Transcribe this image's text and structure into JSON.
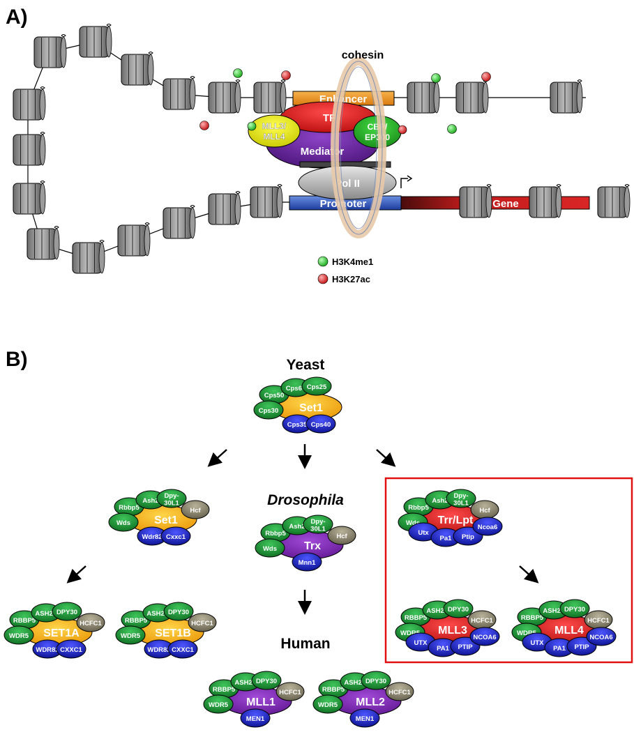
{
  "panel_a": {
    "label": "A)",
    "cohesin": "cohesin",
    "enhancer": "Enhancer",
    "tf": "TF",
    "mll34": [
      "MLL3/",
      "MLL4"
    ],
    "cbp": [
      "CBP/",
      "EP300"
    ],
    "mediator": "Mediator",
    "pol2": "Pol II",
    "promoter": "Promoter",
    "gene": "Gene",
    "legend": [
      {
        "label": "H3K4me1",
        "color": "#2ecc2e"
      },
      {
        "label": "H3K27ac",
        "color": "#d42020"
      }
    ]
  },
  "panel_b": {
    "label": "B)",
    "yeast_title": "Yeast",
    "drosophila_title": "Drosophila",
    "human_title": "Human",
    "yeast_set1": {
      "core": "Set1",
      "green": [
        "Cps50",
        "Cps60",
        "Cps25",
        "Cps30"
      ],
      "blue": [
        "Cps35",
        "Cps40"
      ]
    },
    "dm_set1": {
      "core": "Set1",
      "green": [
        "Rbbp5",
        "Ash2",
        "Dpy-30L1",
        "Wds"
      ],
      "tan": [
        "Hcf"
      ],
      "blue": [
        "Wdr82",
        "Cxxc1"
      ]
    },
    "dm_trx": {
      "core": "Trx",
      "green": [
        "Rbbp5",
        "Ash2",
        "Dpy-30L1",
        "Wds"
      ],
      "tan": [
        "Hcf"
      ],
      "blue": [
        "Mnn1"
      ]
    },
    "dm_trr": {
      "core": "Trr/Lpt",
      "green": [
        "Rbbp5",
        "Ash2",
        "Dpy-30L1",
        "Wds"
      ],
      "tan": [
        "Hcf"
      ],
      "blue": [
        "Utx",
        "Pa1",
        "Ptip",
        "Ncoa6"
      ]
    },
    "hs_set1a": {
      "core": "SET1A",
      "green": [
        "RBBP5",
        "ASH2L",
        "DPY30",
        "WDR5"
      ],
      "tan": [
        "HCFC1"
      ],
      "blue": [
        "WDR82",
        "CXXC1"
      ]
    },
    "hs_set1b": {
      "core": "SET1B",
      "green": [
        "RBBP5",
        "ASH2L",
        "DPY30",
        "WDR5"
      ],
      "tan": [
        "HCFC1"
      ],
      "blue": [
        "WDR82",
        "CXXC1"
      ]
    },
    "hs_mll1": {
      "core": "MLL1",
      "green": [
        "RBBP5",
        "ASH2L",
        "DPY30",
        "WDR5"
      ],
      "tan": [
        "HCFC1"
      ],
      "blue": [
        "MEN1"
      ]
    },
    "hs_mll2": {
      "core": "MLL2",
      "green": [
        "RBBP5",
        "ASH2L",
        "DPY30",
        "WDR5"
      ],
      "tan": [
        "HCFC1"
      ],
      "blue": [
        "MEN1"
      ]
    },
    "hs_mll3": {
      "core": "MLL3",
      "green": [
        "RBBP5",
        "ASH2L",
        "DPY30",
        "WDR5"
      ],
      "tan": [
        "HCFC1"
      ],
      "blue": [
        "UTX",
        "PA1",
        "PTIP",
        "NCOA6"
      ]
    },
    "hs_mll4": {
      "core": "MLL4",
      "green": [
        "RBBP5",
        "ASH2L",
        "DPY30",
        "WDR5"
      ],
      "tan": [
        "HCFC1"
      ],
      "blue": [
        "UTX",
        "PA1",
        "PTIP",
        "NCOA6"
      ]
    }
  },
  "colors": {
    "yellow_core": "#f5a800",
    "purple_core": "#7b22b4",
    "red_core": "#d81e1e",
    "green_sub": "#1e9a3a",
    "blue_sub": "#1a23c8",
    "tan_sub": "#8c8670",
    "highlight_box": "#e01010"
  }
}
